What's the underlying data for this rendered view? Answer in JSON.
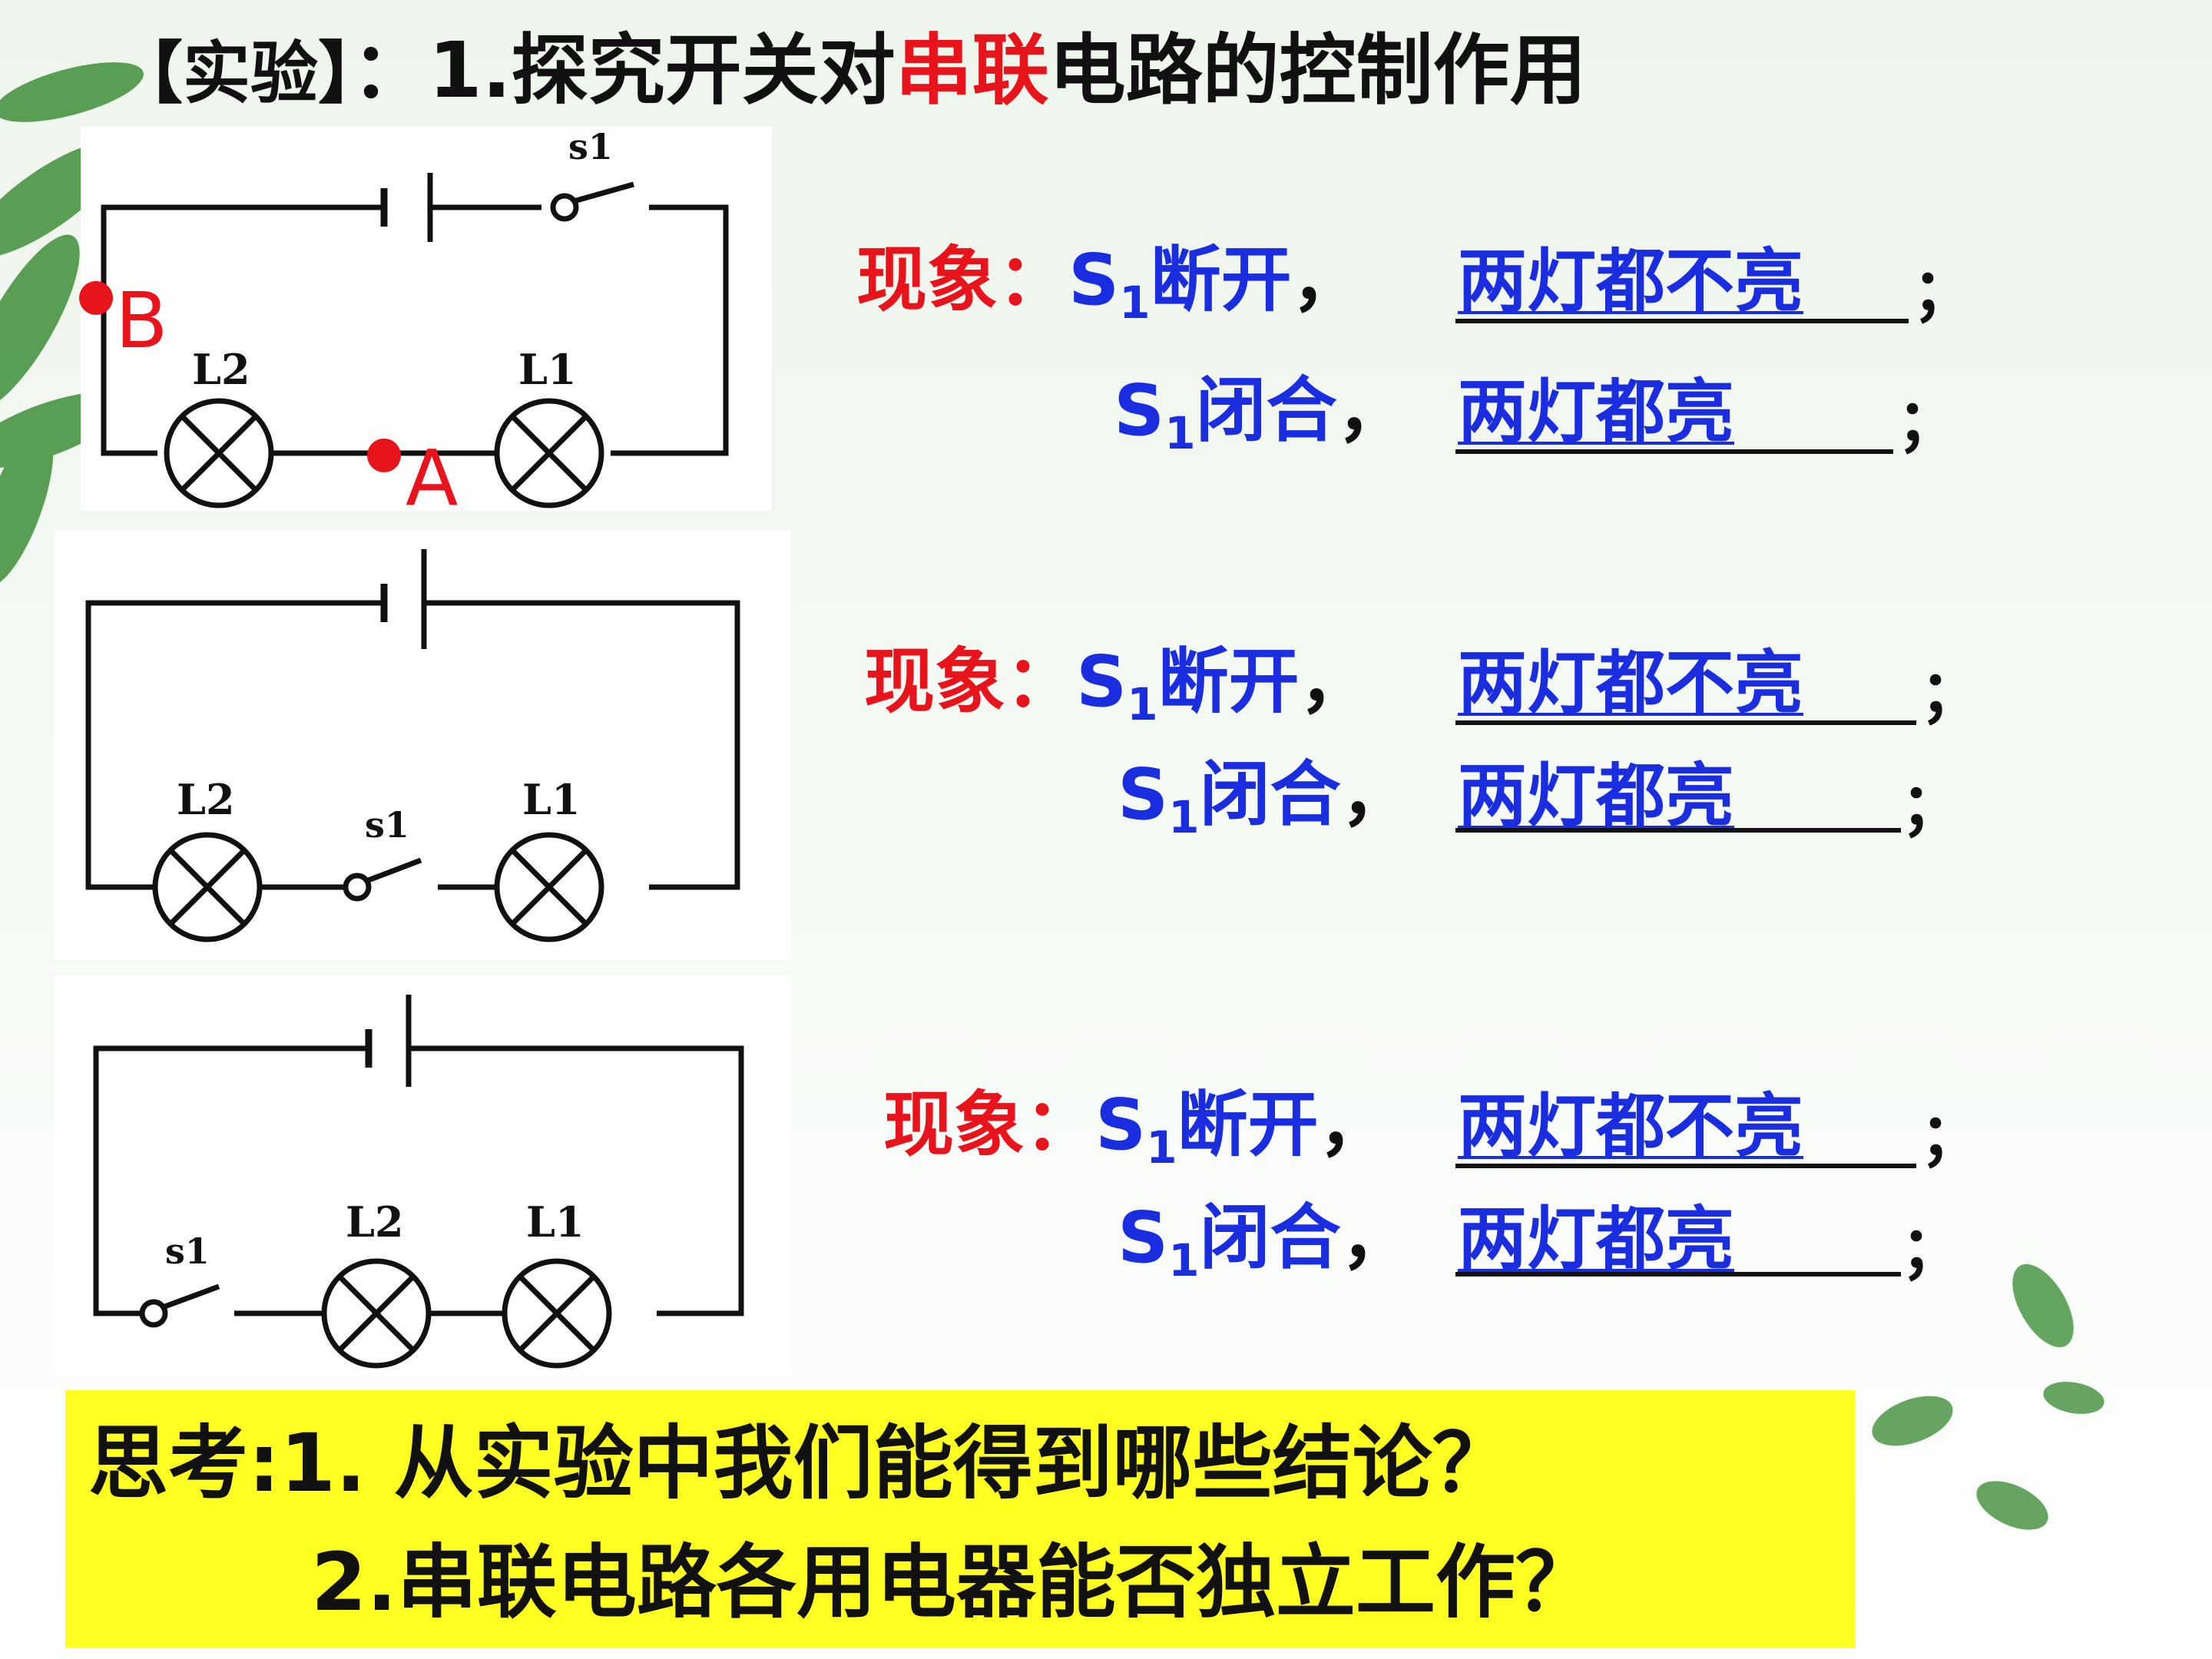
{
  "title": {
    "bracket_label": "【实验】",
    "colon": "：",
    "prefix": "1.探究开关对",
    "highlight": "串联",
    "suffix": "电路的控制作用"
  },
  "circuits": [
    {
      "points": [
        {
          "label": "B"
        },
        {
          "label": "A"
        }
      ],
      "components": {
        "switch": "s1",
        "lamp_left": "L2",
        "lamp_right": "L1"
      }
    },
    {
      "components": {
        "switch": "s1",
        "lamp_left": "L2",
        "lamp_right": "L1"
      }
    },
    {
      "components": {
        "switch": "s1",
        "lamp_left": "L2",
        "lamp_right": "L1"
      }
    }
  ],
  "observations": [
    {
      "label": "现象：",
      "open": {
        "switch": "S",
        "sub": "1",
        "state": "断开",
        "comma": "，",
        "answer": "两灯都不亮",
        "end": "；"
      },
      "closed": {
        "switch": "S",
        "sub": "1",
        "state": "闭合",
        "comma": "，",
        "answer": "两灯都亮",
        "end": "；"
      }
    },
    {
      "label": "现象：",
      "open": {
        "switch": "S",
        "sub": "1",
        "state": "断开",
        "comma": "，",
        "answer": "两灯都不亮",
        "end": "；"
      },
      "closed": {
        "switch": "S",
        "sub": "1",
        "state": "闭合",
        "comma": "，",
        "answer": "两灯都亮",
        "end": "；"
      }
    },
    {
      "label": "现象：",
      "open": {
        "switch": "S",
        "sub": "1",
        "state": "断开",
        "comma": "，",
        "answer": "两灯都不亮",
        "end": "；"
      },
      "closed": {
        "switch": "S",
        "sub": "1",
        "state": "闭合",
        "comma": "，",
        "answer": "两灯都亮",
        "end": "；"
      }
    }
  ],
  "think": {
    "question1": "思考:1. 从实验中我们能得到哪些结论？",
    "question2": "2.串联电路各用电器能否独立工作？"
  },
  "colors": {
    "red": "#e8141b",
    "blue": "#1a2ee0",
    "highlight_box": "#ffff22",
    "leaf": "#3f8f3a"
  }
}
